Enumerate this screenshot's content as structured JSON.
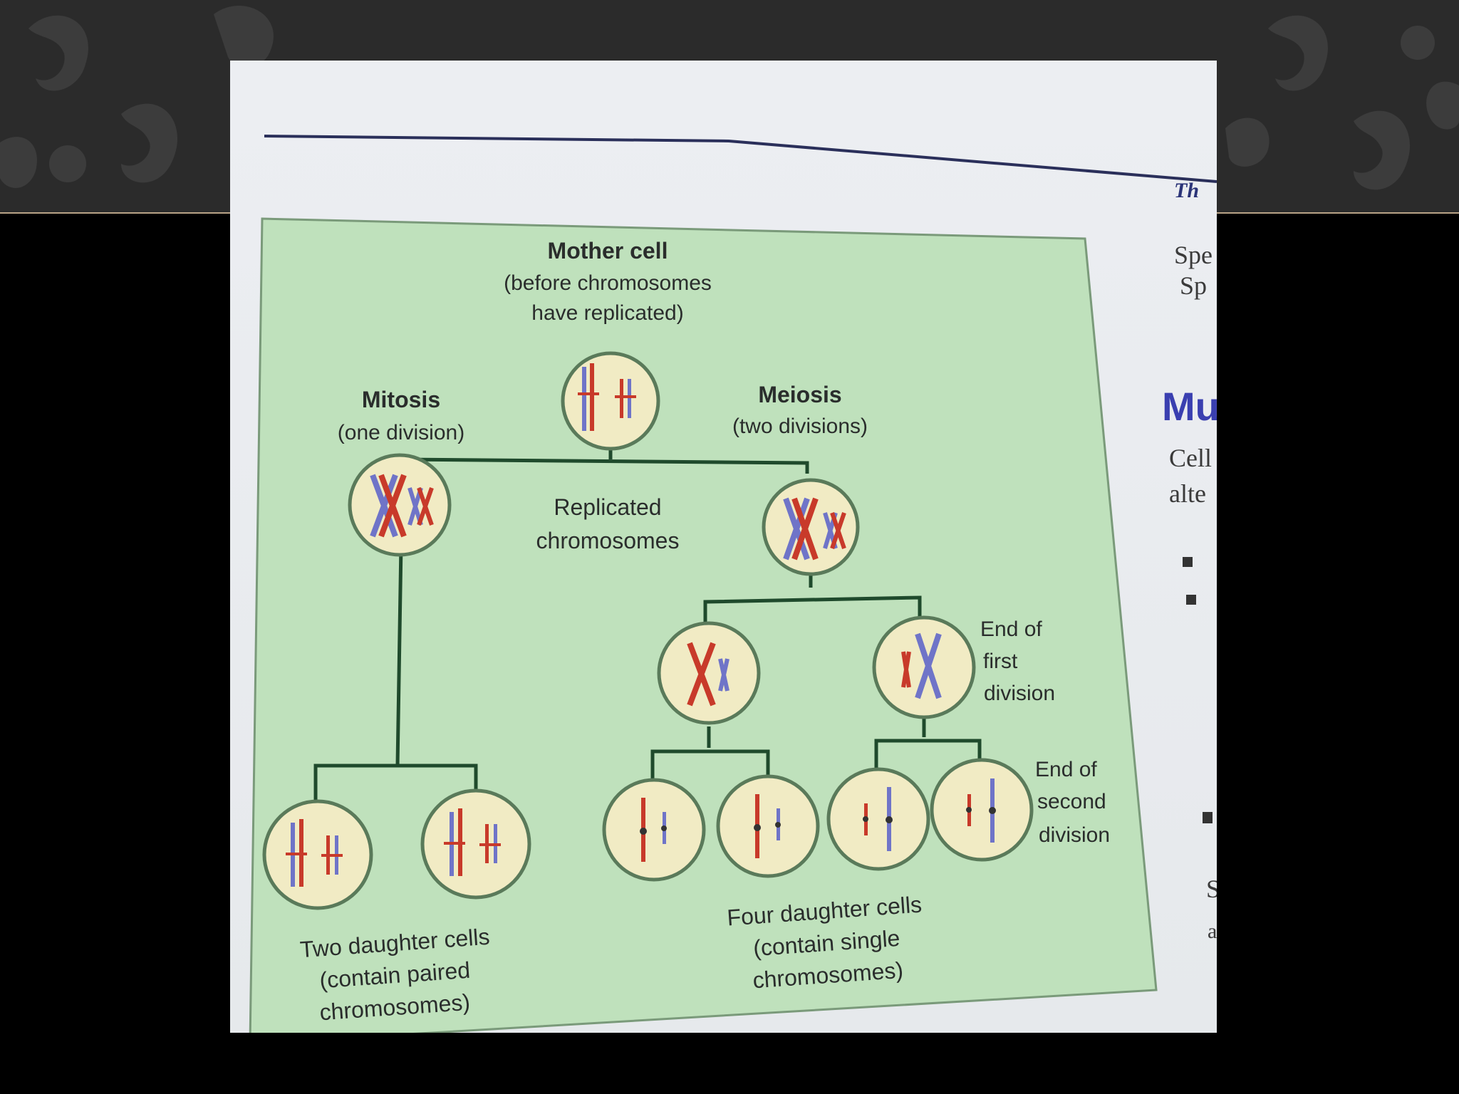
{
  "diagram": {
    "mother_cell_title": "Mother cell",
    "mother_cell_note_1": "(before chromosomes",
    "mother_cell_note_2": "have replicated)",
    "mitosis_title": "Mitosis",
    "mitosis_note": "(one division)",
    "meiosis_title": "Meiosis",
    "meiosis_note": "(two divisions)",
    "replicated_1": "Replicated",
    "replicated_2": "chromosomes",
    "end_first_1": "End of",
    "end_first_2": "first",
    "end_first_3": "division",
    "end_second_1": "End of",
    "end_second_2": "second",
    "end_second_3": "division",
    "two_daughters_1": "Two daughter cells",
    "two_daughters_2": "(contain paired",
    "two_daughters_3": "chromosomes)",
    "four_daughters_1": "Four daughter cells",
    "four_daughters_2": "(contain single",
    "four_daughters_3": "chromosomes)"
  },
  "page_fragments": {
    "top_right": "Th",
    "spe_1": "Spe",
    "spe_2": "Sp",
    "heading": "Mu",
    "body_1": "Cell",
    "body_2": "alte",
    "s_letter": "S",
    "a_letter": "a"
  },
  "colors": {
    "panel_green": "#bfe1bc",
    "line_green": "#1f4a2c",
    "cell_fill": "#f1ebc4",
    "chromosome_red": "#c83a2a",
    "chromosome_blue": "#6f74c8",
    "heading_blue": "#3a3fb0"
  }
}
